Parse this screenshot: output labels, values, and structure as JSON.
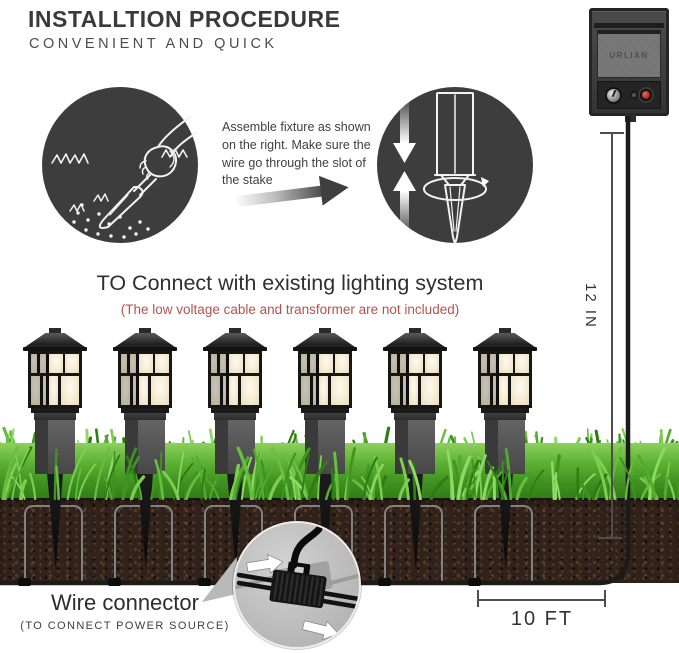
{
  "header": {
    "title": "INSTALLTION PROCEDURE",
    "subtitle": "CONVENIENT AND QUICK"
  },
  "steps": {
    "assemble_note": "Assemble fixture as shown on the right. Make sure the wire go through the slot of the stake",
    "connect_heading": "TO Connect with existing lighting system",
    "connect_note": "(The low voltage cable and transformer are not included)"
  },
  "dimensions": {
    "cable_height": "12 IN",
    "cable_length": "10 FT"
  },
  "connector": {
    "label": "Wire connector",
    "sublabel": "(TO CONNECT POWER SOURCE)"
  },
  "transformer": {
    "brand": "URLIAN"
  },
  "scene": {
    "light_count": 6,
    "light_positions": [
      55,
      145,
      235,
      325,
      415,
      505
    ]
  },
  "colors": {
    "note_red": "#b5524c",
    "grass_green": "#4ea22b",
    "soil_brown": "#30221a",
    "lamp_glow": "#f4ebd3",
    "power_button_red": "#c33b2d",
    "circle_dark": "#3d3d3d"
  }
}
